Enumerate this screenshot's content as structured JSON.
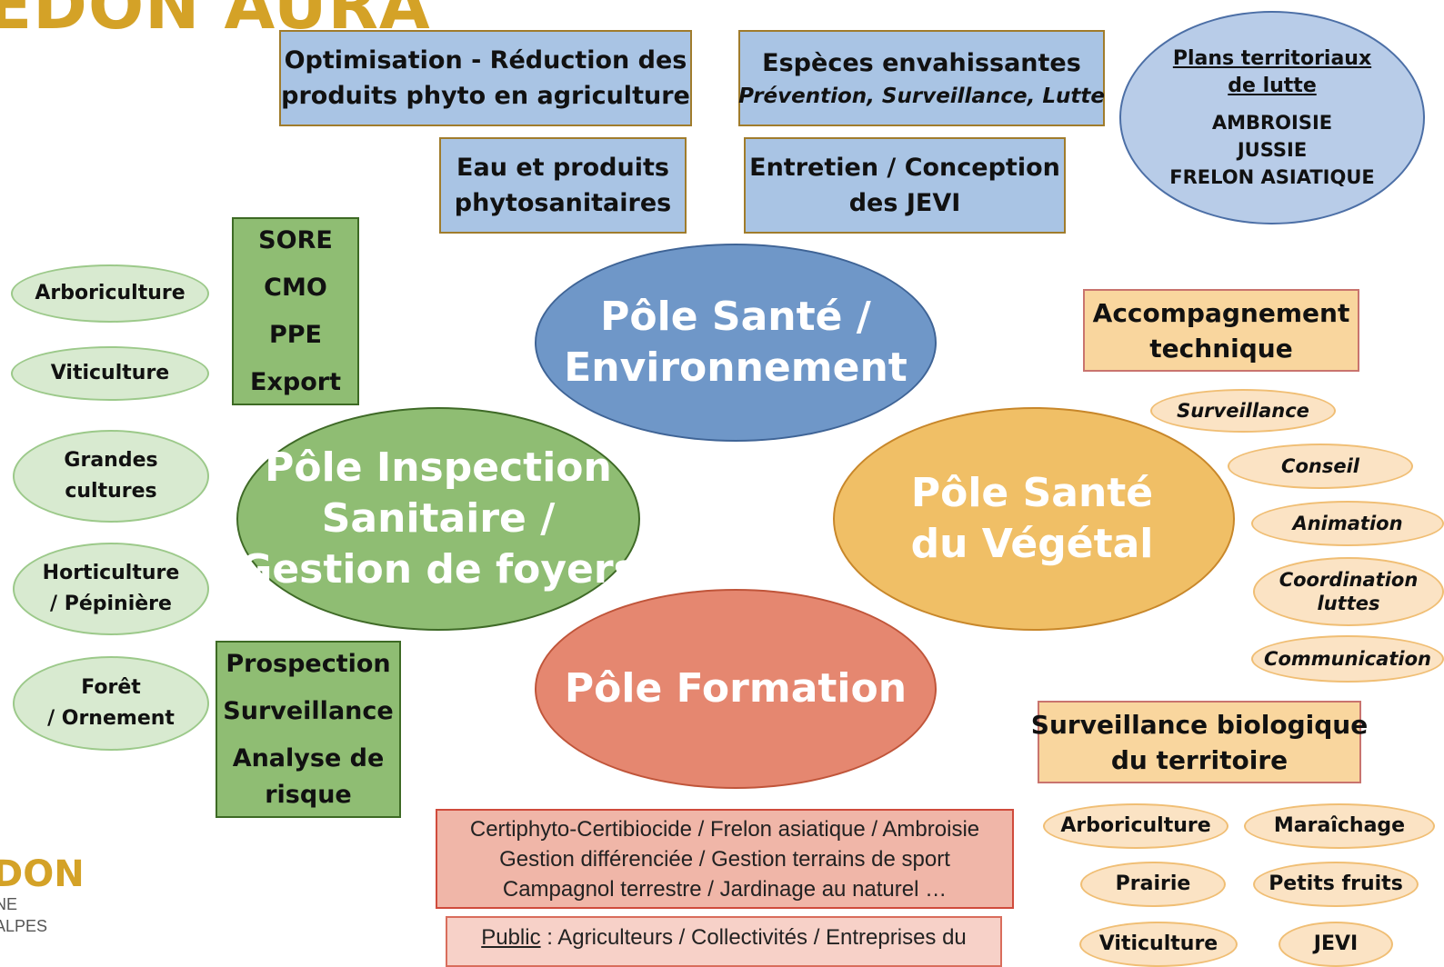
{
  "logo": {
    "title": "EDON AURA",
    "bottom": "DON",
    "sub1": "NE",
    "sub2": "ALPES"
  },
  "top_boxes": [
    {
      "lines": [
        "Optimisation - Réduction des",
        "produits phyto en agriculture"
      ]
    },
    {
      "title": "Espèces envahissantes",
      "subtitle": "Prévention, Surveillance, Lutte"
    },
    {
      "lines": [
        "Eau et produits",
        "phytosanitaires"
      ]
    },
    {
      "lines": [
        "Entretien / Conception",
        "des JEVI"
      ]
    }
  ],
  "plans_oval": {
    "title1": "Plans territoriaux",
    "title2": "de lutte",
    "items": [
      "AMBROISIE",
      "JUSSIE",
      "FRELON ASIATIQUE"
    ]
  },
  "filieres_left": [
    {
      "lines": [
        "Arboriculture"
      ]
    },
    {
      "lines": [
        "Viticulture"
      ]
    },
    {
      "lines": [
        "Grandes",
        "cultures"
      ]
    },
    {
      "lines": [
        "Horticulture",
        "/ Pépinière"
      ]
    },
    {
      "lines": [
        "Forêt",
        "/ Ornement"
      ]
    }
  ],
  "green_box_top": [
    "SORE",
    "CMO",
    "PPE",
    "Export"
  ],
  "green_box_bottom": [
    "Prospection",
    "Surveillance",
    "Analyse de",
    "risque"
  ],
  "poles": {
    "env": [
      "Pôle Santé /",
      "Environnement"
    ],
    "insp": [
      "Pôle Inspection",
      "Sanitaire /",
      "Gestion de foyers"
    ],
    "veg": [
      "Pôle Santé",
      "du Végétal"
    ],
    "form": [
      "Pôle Formation"
    ]
  },
  "accompagnement": {
    "title": [
      "Accompagnement",
      "technique"
    ],
    "items": [
      [
        "Surveillance"
      ],
      [
        "Conseil"
      ],
      [
        "Animation"
      ],
      [
        "Coordination",
        "luttes"
      ],
      [
        "Communication"
      ]
    ]
  },
  "surveillance_bio": {
    "title": [
      "Surveillance biologique",
      "du territoire"
    ],
    "items": [
      "Arboriculture",
      "Maraîchage",
      "Prairie",
      "Petits fruits",
      "Viticulture",
      "JEVI"
    ]
  },
  "formation_box": {
    "lines": [
      "Certiphyto-Certibiocide / Frelon asiatique / Ambroisie",
      "Gestion différenciée / Gestion terrains de sport",
      "Campagnol terrestre / Jardinage au naturel …"
    ]
  },
  "public_box": {
    "label": "Public",
    "text": " : Agriculteurs / Collectivités / Entreprises du"
  },
  "colors": {
    "gold": "#d4a227",
    "blue_box": "#a9c4e4",
    "green": "#8fbd73",
    "orange": "#f0bf66",
    "red": "#e58770"
  }
}
